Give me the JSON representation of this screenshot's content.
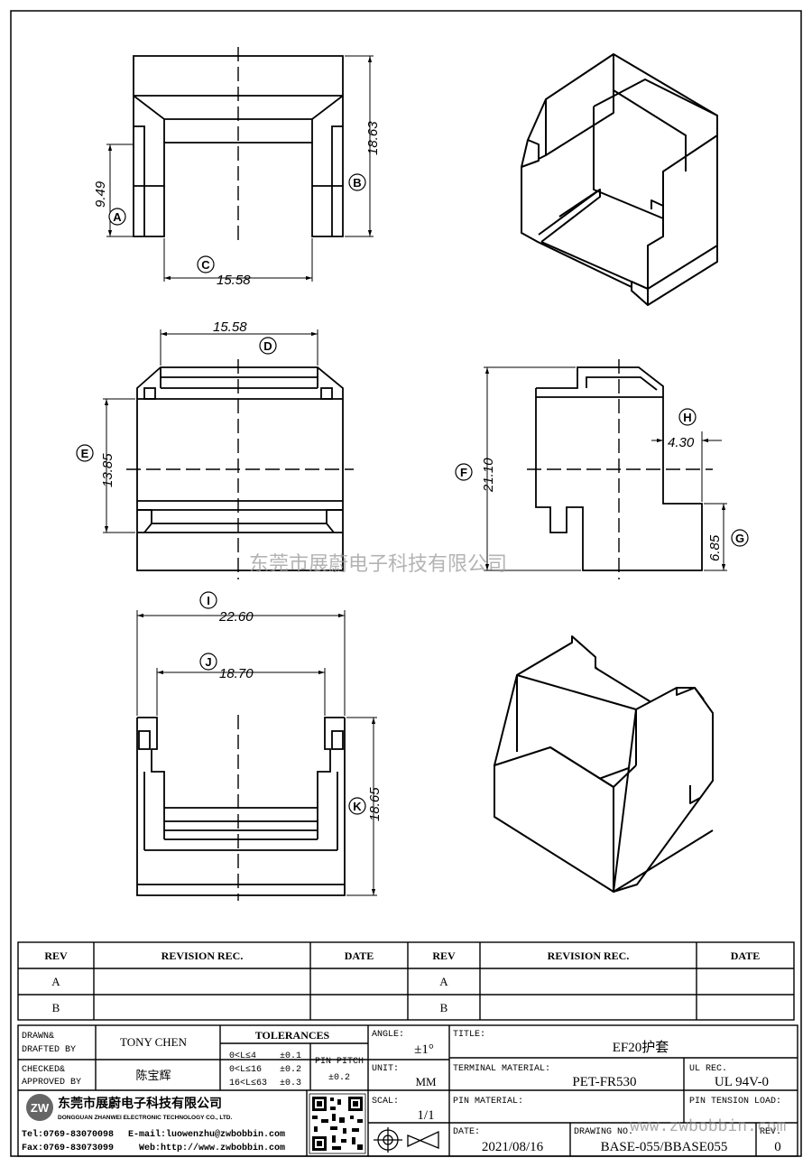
{
  "dimensions": {
    "a_val": "9.49",
    "a_label": "A",
    "b_val": "18.63",
    "b_label": "B",
    "c_val": "15.58",
    "c_label": "C",
    "d_val": "15.58",
    "d_label": "D",
    "e_val": "13.85",
    "e_label": "E",
    "f_val": "21.10",
    "f_label": "F",
    "g_val": "6.85",
    "g_label": "G",
    "h_val": "4.30",
    "h_label": "H",
    "i_val": "22.60",
    "i_label": "I",
    "j_val": "18.70",
    "j_label": "J",
    "k_val": "18.65",
    "k_label": "K"
  },
  "watermark": {
    "company_cn": "东莞市展蔚电子科技有限公司",
    "url": "www.zwbobbin.com"
  },
  "revision_table": {
    "headers": [
      "REV",
      "REVISION REC.",
      "DATE",
      "REV",
      "REVISION REC.",
      "DATE"
    ],
    "rows": [
      "A",
      "B"
    ]
  },
  "title_block": {
    "drawn_label_1": "DRAWN&",
    "drawn_label_2": "DRAFTED BY",
    "drawn_name": "TONY CHEN",
    "checked_label_1": "CHECKED&",
    "checked_label_2": "APPROVED BY",
    "checked_name": "陈宝辉",
    "tolerances_label": "TOLERANCES",
    "tol_row1": "0<L≤4",
    "tol_row1_val": "±0.1",
    "tol_row2": "0<L≤16",
    "tol_row2_val": "±0.2",
    "tol_row3": "16<L≤63",
    "tol_row3_val": "±0.3",
    "pin_pitch_label": "PIN PITCH",
    "pin_pitch_val": "±0.2",
    "angle_label": "ANGLE:",
    "angle_val": "±1°",
    "unit_label": "UNIT:",
    "unit_val": "MM",
    "scale_label": "SCAL:",
    "scale_val": "1/1",
    "title_label": "TITLE:",
    "title_val": "EF20护套",
    "terminal_label": "TERMINAL MATERIAL:",
    "terminal_val": "PET-FR530",
    "ul_label": "UL REC.",
    "ul_val": "UL 94V-0",
    "pin_material_label": "PIN MATERIAL:",
    "pin_tension_label": "PIN TENSION LOAD:",
    "date_label": "DATE:",
    "date_val": "2021/08/16",
    "drawing_no_label": "DRAWING NO.",
    "drawing_no_val": "BASE-055/BBASE055",
    "rev_label": "REV.",
    "rev_val": "0",
    "company_cn": "东莞市展蔚电子科技有限公司",
    "company_en": "DONGGUAN ZHANWEI ELECTRONIC TECHNOLOGY CO., LTD.",
    "tel": "Tel:0769-83070098",
    "email": "E-mail:luowenzhu@zwbobbin.com",
    "fax": "Fax:0769-83073099",
    "web": "Web:http://www.zwbobbin.com",
    "logo_letters": "ZW"
  }
}
